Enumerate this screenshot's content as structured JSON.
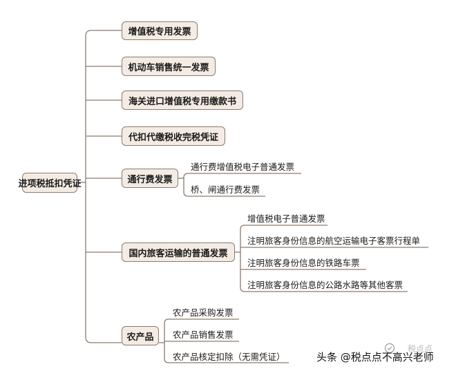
{
  "root": {
    "label": "进项税抵扣凭证"
  },
  "branches": [
    {
      "label": "增值税专用发票",
      "children": []
    },
    {
      "label": "机动车销售统一发票",
      "children": []
    },
    {
      "label": "海关进口增值税专用缴款书",
      "children": []
    },
    {
      "label": "代扣代缴税收完税凭证",
      "children": []
    },
    {
      "label": "通行费发票",
      "children": [
        "通行费增值税电子普通发票",
        "桥、闸通行费发票"
      ]
    },
    {
      "label": "国内旅客运输的普通发票",
      "children": [
        "增值税电子普通发票",
        "注明旅客身份信息的航空运输电子客票行程单",
        "注明旅客身份信息的铁路车票",
        "注明旅客身份信息的公路水路等其他客票"
      ]
    },
    {
      "label": "农产品",
      "children": [
        "农产品采购发票",
        "农产品销售发票",
        "农产品核定扣除（无需凭证）"
      ]
    }
  ],
  "watermark": {
    "text": "头条 @税点点不高兴老师",
    "logo_text": "税点点"
  },
  "colors": {
    "node_fill": "#f4ece4",
    "node_border": "#8a7a6e",
    "line": "#8a7a6e"
  }
}
